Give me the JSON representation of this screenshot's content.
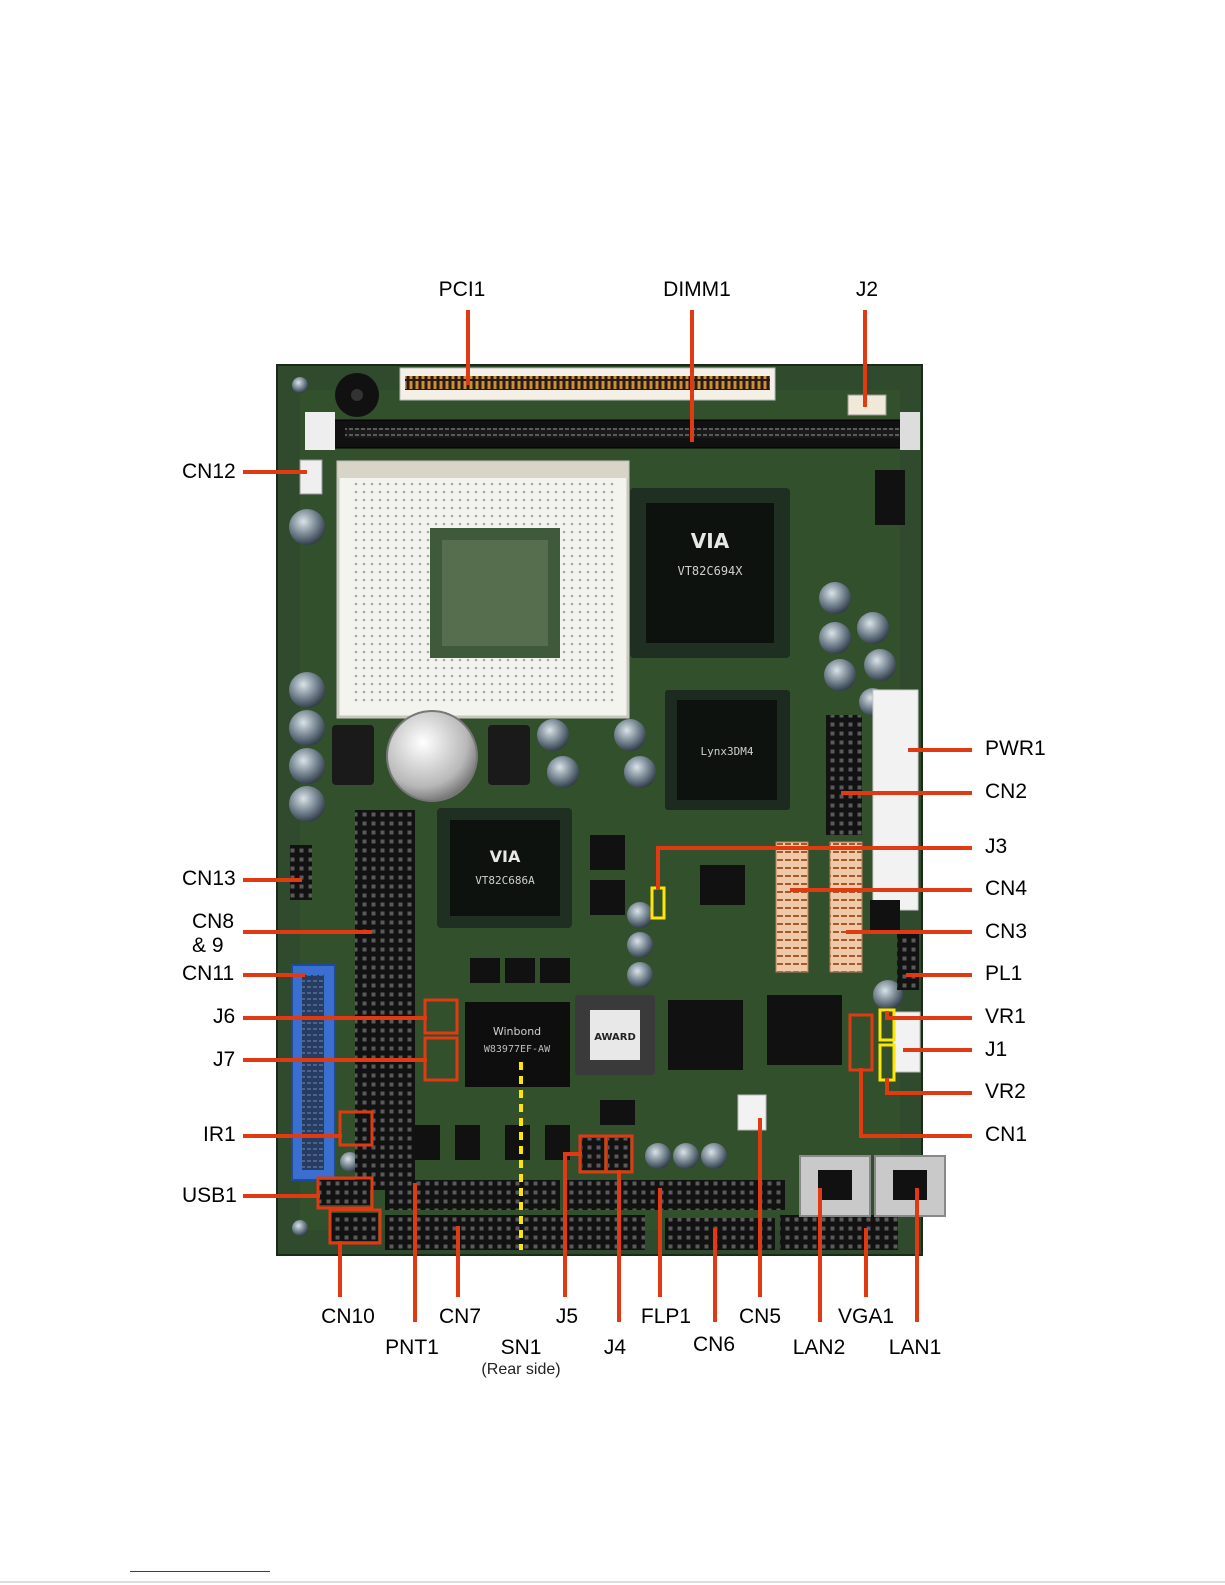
{
  "labels": {
    "pci1": "PCI1",
    "dimm1": "DIMM1",
    "j2": "J2",
    "cn12": "CN12",
    "cn13": "CN13",
    "cn8_9_a": "CN8",
    "cn8_9_b": "& 9",
    "cn11": "CN11",
    "j6": "J6",
    "j7": "J7",
    "ir1": "IR1",
    "usb1": "USB1",
    "pwr1": "PWR1",
    "cn2": "CN2",
    "j3": "J3",
    "cn4": "CN4",
    "cn3": "CN3",
    "pl1": "PL1",
    "vr1": "VR1",
    "j1": "J1",
    "vr2": "VR2",
    "cn1": "CN1",
    "cn10": "CN10",
    "pnt1": "PNT1",
    "cn7": "CN7",
    "sn1": "SN1",
    "sn1_note": "(Rear side)",
    "j5": "J5",
    "j4": "J4",
    "flp1": "FLP1",
    "cn6": "CN6",
    "cn5": "CN5",
    "lan2": "LAN2",
    "vga1": "VGA1",
    "lan1": "LAN1"
  },
  "chips": {
    "north": "VT82C694X",
    "south": "VT82C686A",
    "video": "Lynx3DM4",
    "superio": "W83977EF-AW",
    "bios": "AWARD"
  },
  "colors": {
    "leader": "#e03a12",
    "highlight_red": "#e03a12",
    "highlight_yellow": "#ffe600",
    "pcb": "#2f4a2c",
    "ide_blue": "#3a6fd0"
  }
}
